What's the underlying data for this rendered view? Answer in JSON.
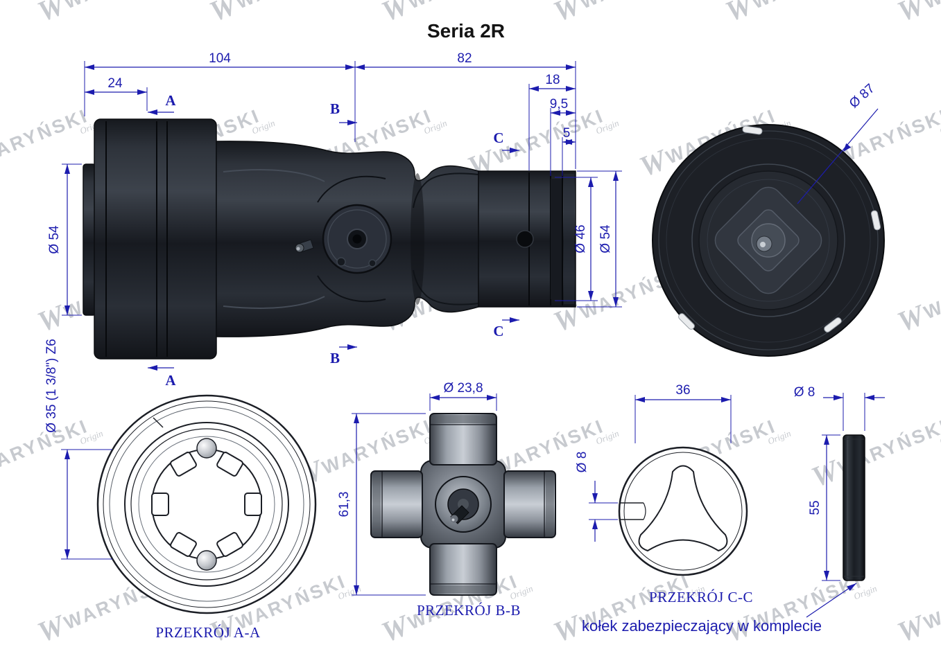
{
  "title": "Seria 2R",
  "colors": {
    "dimension_blue": "#1c1cae",
    "drawing_dark": "#16191e",
    "watermark_gray": "#c7cacf",
    "background": "#ffffff"
  },
  "watermark": {
    "logo": "W",
    "brand": "WARYŃSKI",
    "sub": "Origin"
  },
  "side_view": {
    "dims": {
      "d104": "104",
      "d82": "82",
      "d24": "24",
      "d18": "18",
      "d9_5": "9,5",
      "d5": "5",
      "dia54_left": "Ø 54",
      "dia46": "Ø 46",
      "dia54_right": "Ø 54"
    },
    "sections": {
      "a": "A",
      "b": "B",
      "c": "C"
    }
  },
  "front_view": {
    "dia87": "Ø 87"
  },
  "section_a": {
    "label": "PRZEKRÓJ A-A",
    "dia35": "Ø 35 (1 3/8\") Z6"
  },
  "section_b": {
    "label": "PRZEKRÓJ B-B",
    "dia23_8": "Ø 23,8",
    "h61_3": "61,3"
  },
  "section_c": {
    "label": "PRZEKRÓJ C-C",
    "w36": "36",
    "dia8": "Ø 8"
  },
  "pin": {
    "dia8": "Ø 8",
    "h55": "55",
    "note": "kołek zabezpieczający w komplecie"
  }
}
